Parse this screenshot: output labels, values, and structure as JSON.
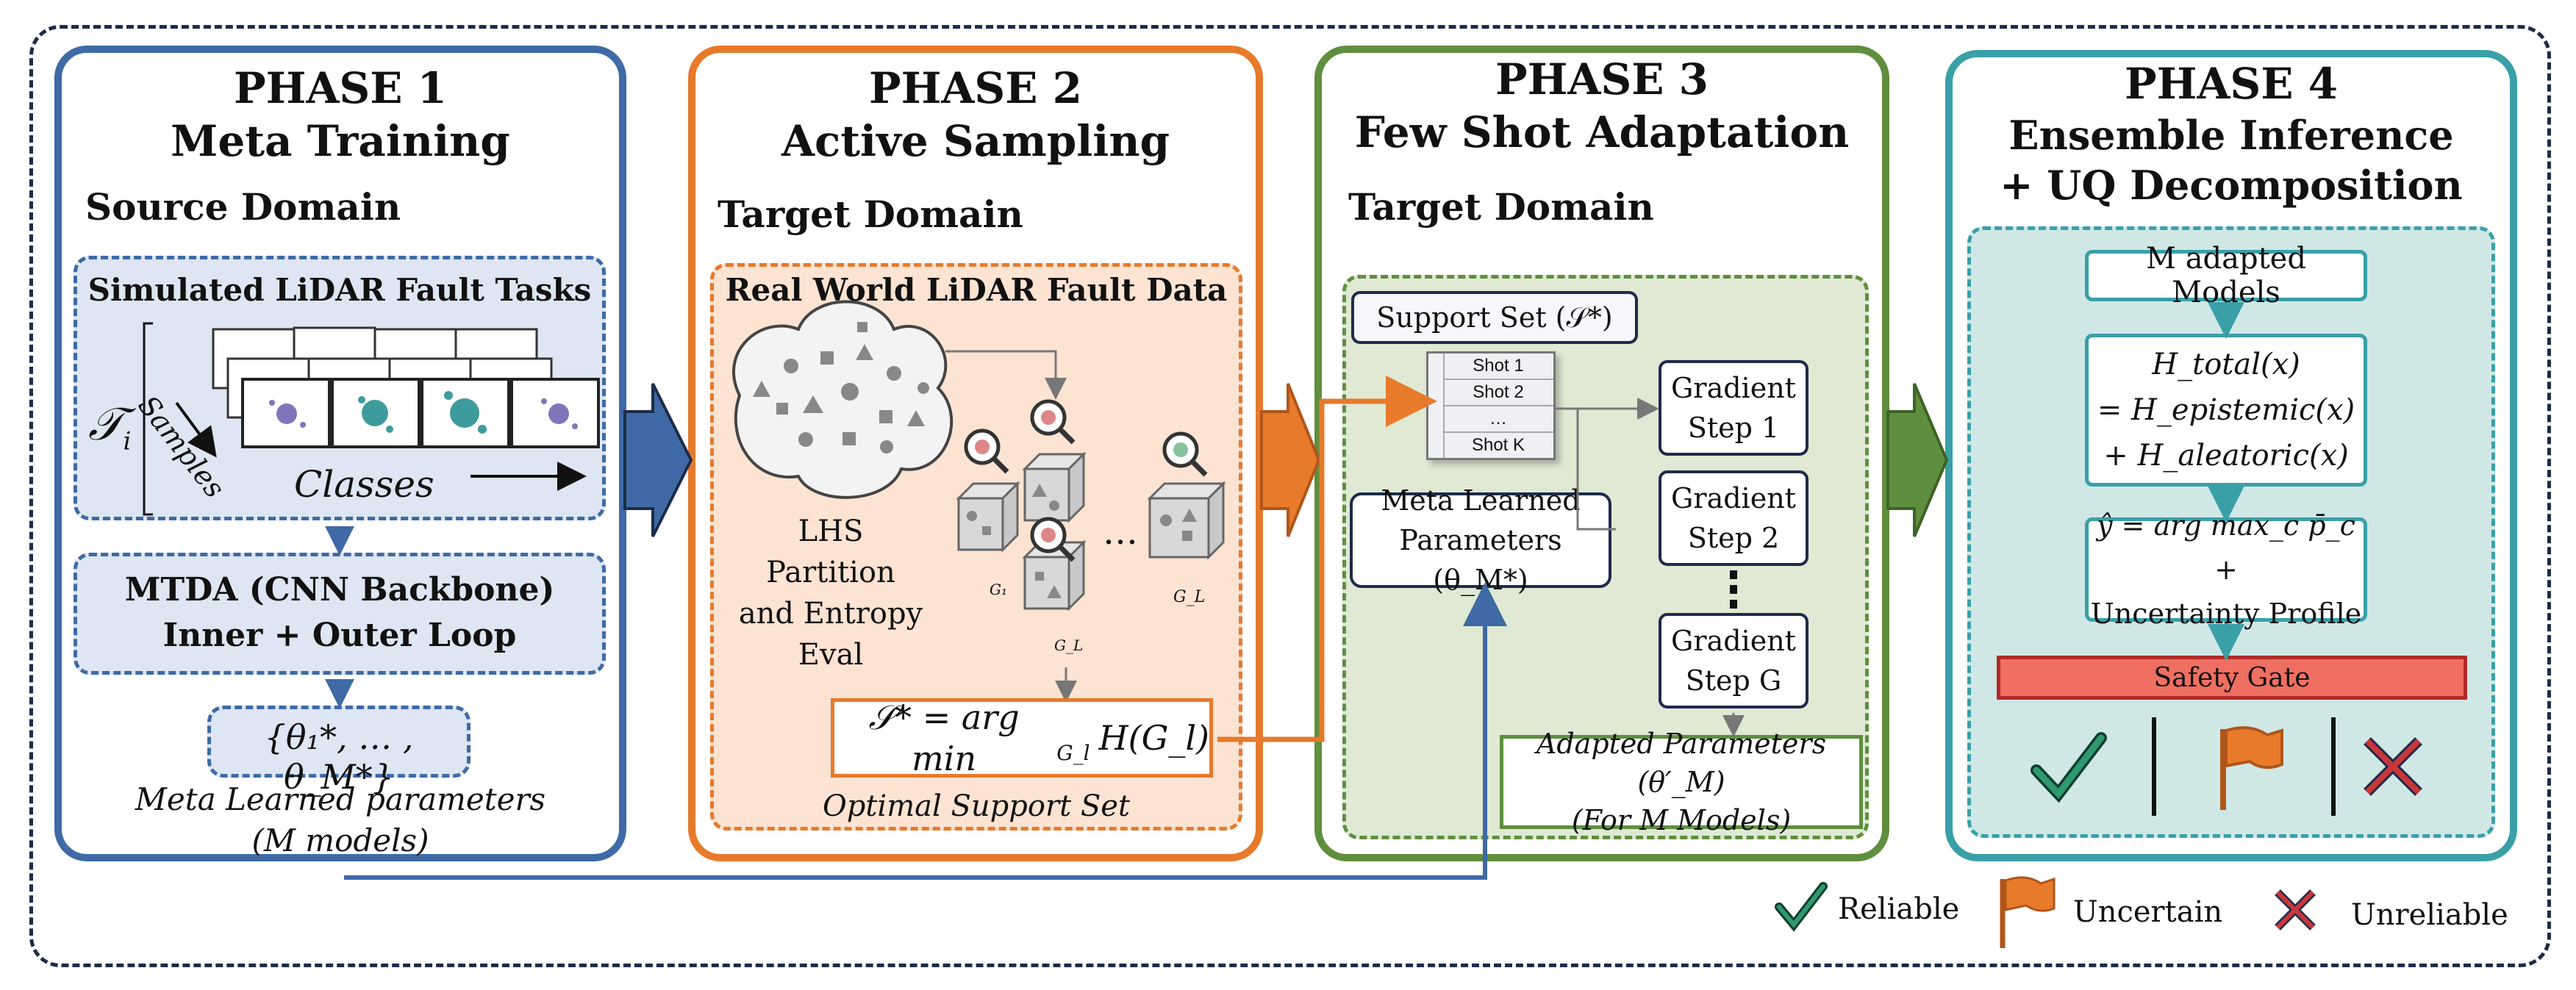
{
  "phases": [
    {
      "number": "PHASE 1",
      "name": "Meta Training",
      "domain": "Source Domain"
    },
    {
      "number": "PHASE 2",
      "name": "Active Sampling",
      "domain": "Target Domain"
    },
    {
      "number": "PHASE 3",
      "name": "Few Shot Adaptation",
      "domain": "Target Domain"
    },
    {
      "number": "PHASE 4",
      "name_line1": "Ensemble Inference",
      "name_line2": "+ UQ Decomposition"
    }
  ],
  "phase1": {
    "tasks_title": "Simulated LiDAR Fault Tasks",
    "task_symbol": "𝒯",
    "task_sub": "i",
    "samples_label": "Samples",
    "classes_label": "Classes",
    "backbone_line1": "MTDA (CNN Backbone)",
    "backbone_line2": "Inner + Outer Loop",
    "params_set": "{θ₁*, … , θ_M*}",
    "params_caption_line1": "Meta Learned parameters",
    "params_caption_line2": "(M models)"
  },
  "phase2": {
    "data_title": "Real World LiDAR Fault Data",
    "partition_line1": "LHS Partition",
    "partition_line2": "and Entropy",
    "partition_line3": "Eval",
    "cell_label_1": "G₁",
    "cell_label_l": "G_L",
    "cell_label_l2": "G_L",
    "ellipsis": "…",
    "argmin_lhs": "𝒮* = arg min",
    "argmin_sub": "G_l",
    "argmin_rhs": "H(G_l)",
    "optimal_caption": "Optimal Support Set"
  },
  "phase3": {
    "support_set_label": "Support Set (𝒮*)",
    "shots": [
      "Shot 1",
      "Shot 2",
      "…",
      "Shot K"
    ],
    "grad_steps": [
      {
        "line1": "Gradient",
        "line2": "Step 1"
      },
      {
        "line1": "Gradient",
        "line2": "Step 2"
      },
      {
        "line1": "Gradient",
        "line2": "Step G"
      }
    ],
    "meta_params_line1": "Meta Learned",
    "meta_params_line2": "Parameters (θ_M*)",
    "adapted_line1": "Adapted Parameters (θ′_M)",
    "adapted_line2": "(For M Models)"
  },
  "phase4": {
    "models_label": "M adapted Models",
    "entropy_line1": "H_total(x)",
    "entropy_line2": "= H_epistemic(x)",
    "entropy_line3": "+ H_aleatoric(x)",
    "predict_line1": "ŷ = arg max_c p̄_c +",
    "predict_line2": "Uncertainty Profile",
    "safety_gate": "Safety Gate"
  },
  "legend": [
    {
      "label": "Reliable",
      "icon": "check-icon",
      "color": "#1f7a5c"
    },
    {
      "label": "Uncertain",
      "icon": "flag-icon",
      "color": "#e77a2b"
    },
    {
      "label": "Unreliable",
      "icon": "cross-icon",
      "color": "#c8373a"
    }
  ],
  "colors": {
    "phase1": "#3f6aa5",
    "phase2": "#e77a2b",
    "phase3": "#5f8f3e",
    "phase4": "#3aa0a8",
    "navy": "#1e2b4a",
    "safety_gate": "#ef6f62"
  }
}
